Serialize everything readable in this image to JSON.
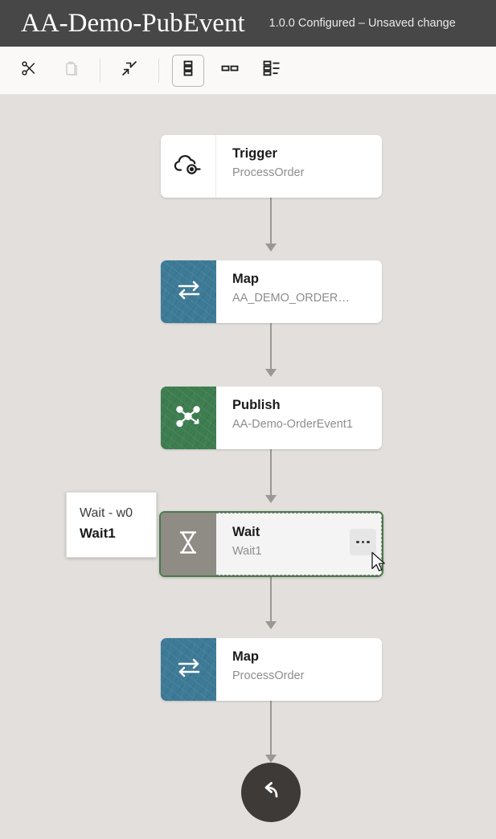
{
  "titlebar": {
    "title": "AA-Demo-PubEvent",
    "status": "1.0.0 Configured – Unsaved change"
  },
  "toolbar": {
    "buttons": [
      {
        "name": "cut-button",
        "icon": "scissors-icon",
        "label": "Cut",
        "enabled": true,
        "selected": false
      },
      {
        "name": "paste-button",
        "icon": "clipboard-icon",
        "label": "Paste",
        "enabled": false,
        "selected": false
      },
      {
        "name": "collapse-button",
        "icon": "collapse-arrows-icon",
        "label": "Collapse",
        "enabled": true,
        "selected": false
      },
      {
        "name": "vertical-layout-button",
        "icon": "vertical-stack-icon",
        "label": "Vertical layout",
        "enabled": true,
        "selected": true
      },
      {
        "name": "compact-layout-button",
        "icon": "horizontal-pair-icon",
        "label": "Compact layout",
        "enabled": true,
        "selected": false
      },
      {
        "name": "detail-layout-button",
        "icon": "list-detail-icon",
        "label": "Detail layout",
        "enabled": true,
        "selected": false
      }
    ]
  },
  "flow": {
    "nodes": [
      {
        "name": "node-trigger",
        "title": "Trigger",
        "subtitle": "ProcessOrder",
        "icon": "cloud-trigger-icon",
        "panel": "white",
        "selected": false
      },
      {
        "name": "node-map-1",
        "title": "Map",
        "subtitle": "AA_DEMO_ORDER…",
        "icon": "map-swap-icon",
        "panel": "teal",
        "selected": false
      },
      {
        "name": "node-publish",
        "title": "Publish",
        "subtitle": "AA-Demo-OrderEvent1",
        "icon": "publish-network-icon",
        "panel": "green",
        "selected": false
      },
      {
        "name": "node-wait",
        "title": "Wait",
        "subtitle": "Wait1",
        "icon": "hourglass-icon",
        "panel": "grey",
        "selected": true
      },
      {
        "name": "node-map-2",
        "title": "Map",
        "subtitle": "ProcessOrder",
        "icon": "map-swap-icon",
        "panel": "teal",
        "selected": false
      }
    ],
    "end_node": {
      "name": "node-end",
      "icon": "return-arrow-icon"
    }
  },
  "tooltip": {
    "line1": "Wait - w0",
    "line2": "Wait1"
  },
  "colors": {
    "titlebar_bg": "#474747",
    "toolbar_bg": "#faf9f8",
    "canvas_bg": "#e2dfdc",
    "panel_teal": "#3d7a96",
    "panel_green": "#3d7d4f",
    "panel_grey": "#8f8b85",
    "selection_green": "#4b7a4b",
    "connector_grey": "#9a9893",
    "end_node_dark": "#3d3a37"
  }
}
